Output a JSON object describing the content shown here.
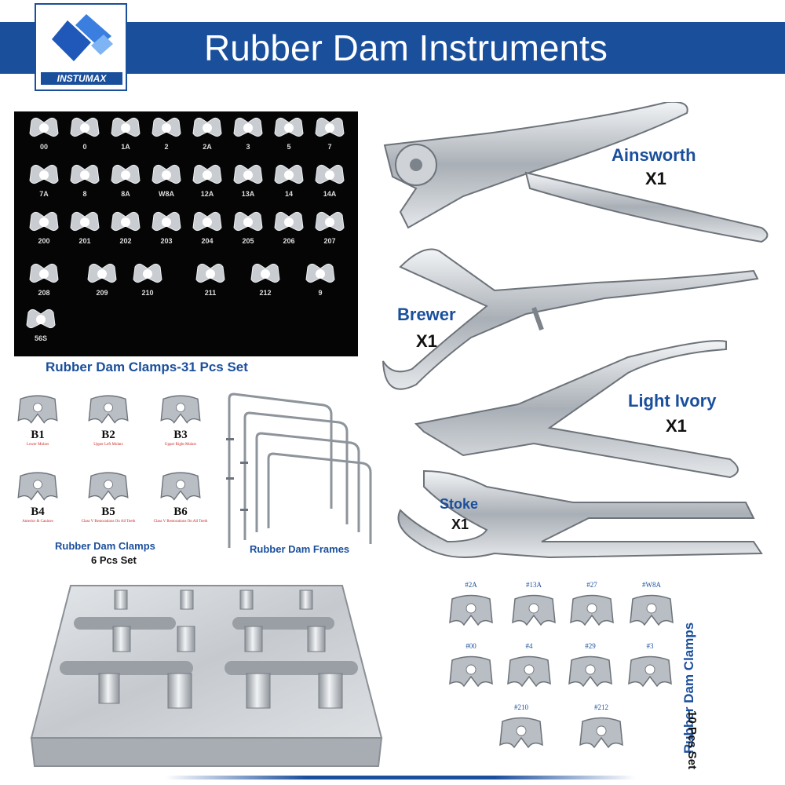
{
  "header": {
    "title": "Rubber Dam Instruments",
    "brand": "INSTUMAX"
  },
  "colors": {
    "brand_blue": "#1a4f9c",
    "board_black": "#050505",
    "steel": "#b9bec4"
  },
  "clamp_board": {
    "caption": "Rubber Dam Clamps-31 Pcs Set",
    "rows": [
      [
        "00",
        "0",
        "1A",
        "2",
        "2A",
        "3",
        "5",
        "7"
      ],
      [
        "7A",
        "8",
        "8A",
        "W8A",
        "12A",
        "13A",
        "14",
        "14A"
      ],
      [
        "200",
        "201",
        "202",
        "203",
        "204",
        "205",
        "206",
        "207"
      ],
      [
        "208",
        "209",
        "210",
        "211",
        "212",
        "9"
      ],
      [
        "56S"
      ]
    ]
  },
  "instruments": [
    {
      "name": "Ainsworth",
      "qty": "X1",
      "icon": "hole-punch-icon"
    },
    {
      "name": "Brewer",
      "qty": "X1",
      "icon": "clamp-forceps-icon"
    },
    {
      "name": "Light Ivory",
      "qty": "X1",
      "icon": "clamp-forceps-icon"
    },
    {
      "name": "Stoke",
      "qty": "X1",
      "icon": "clamp-forceps-icon"
    }
  ],
  "small_set": {
    "caption": "Rubber Dam Clamps",
    "subcaption": "6 Pcs Set",
    "items": [
      {
        "name": "B1",
        "desc": "Lower Molars"
      },
      {
        "name": "B2",
        "desc": "Upper Left Molars"
      },
      {
        "name": "B3",
        "desc": "Upper Right Molars"
      },
      {
        "name": "B4",
        "desc": "Anterior & Canines"
      },
      {
        "name": "B5",
        "desc": "Class V Restorations On All Teeth"
      },
      {
        "name": "B6",
        "desc": "Class V Restorations On All Teeth"
      }
    ]
  },
  "frames": {
    "caption": "Rubber Dam Frames"
  },
  "ten_set": {
    "caption": "Rubber Dam Clamps",
    "subcaption": "10 Pcs Set",
    "labels": [
      "#2A",
      "#13A",
      "#27",
      "#W8A",
      "#00",
      "#4",
      "#29",
      "#3",
      "#210",
      "#212"
    ]
  }
}
